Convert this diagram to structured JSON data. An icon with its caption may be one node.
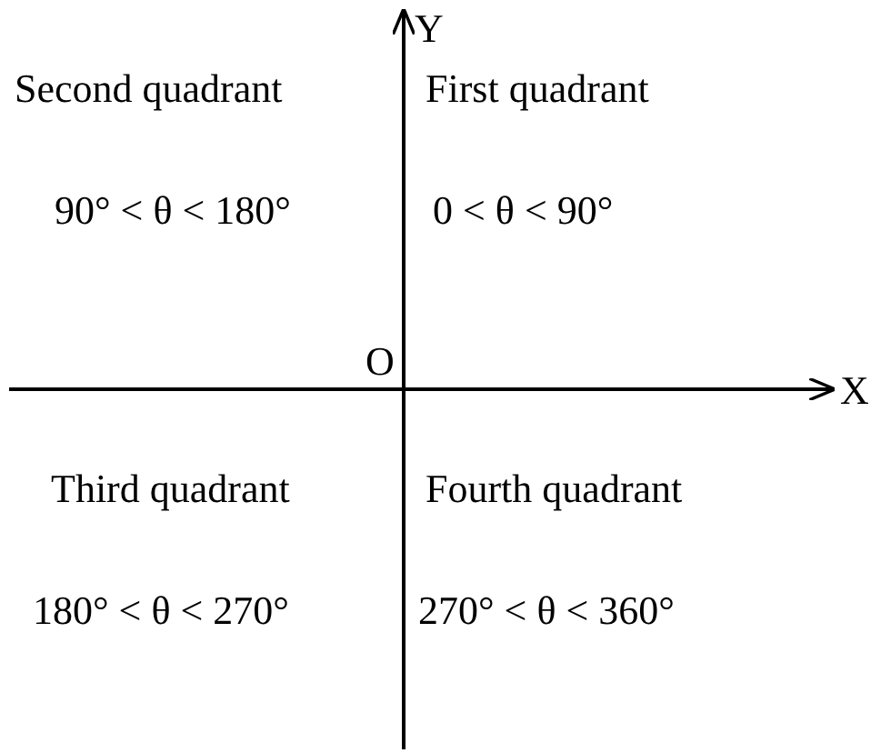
{
  "diagram": {
    "labels": [
      "Y",
      "Second quadrant",
      "First quadrant",
      "90° < θ < 180°",
      "0 < θ < 90°",
      "O",
      "X",
      "Third quadrant",
      "Fourth quadrant",
      "180° < θ < 270°",
      "270° < θ < 360°"
    ]
  }
}
